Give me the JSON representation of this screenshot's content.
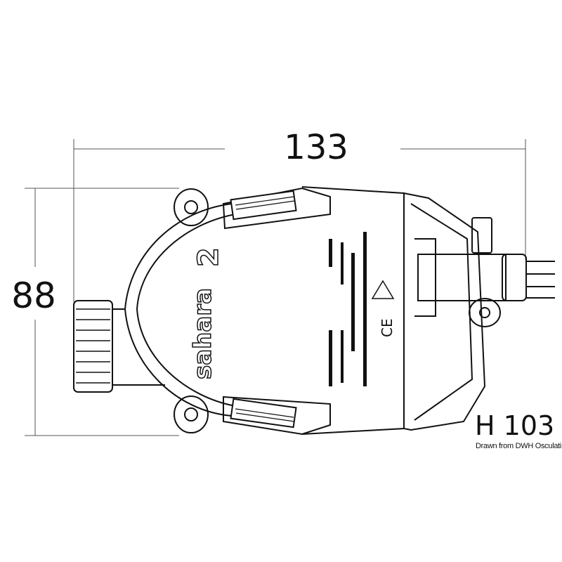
{
  "dimensions": {
    "width": "133",
    "depth": "88",
    "height": "H 103"
  },
  "credit": "Drawn from DWH Osculati Srl",
  "logo_text": "sahara2",
  "colors": {
    "line": "#111111",
    "dim_line": "#555555",
    "background": "#ffffff"
  }
}
